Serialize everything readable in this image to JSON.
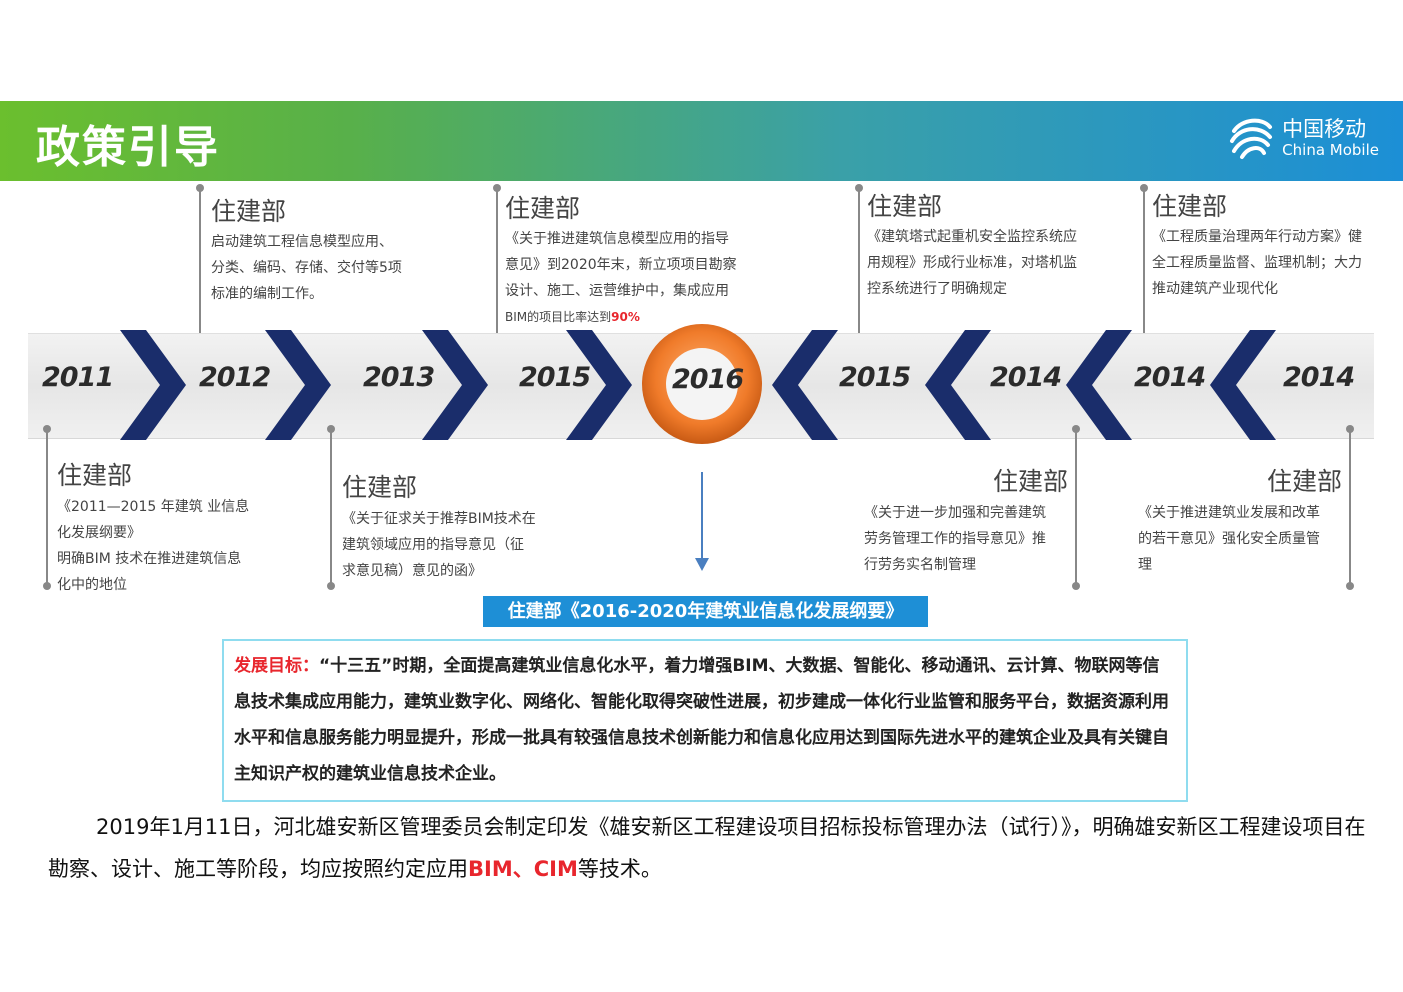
{
  "header": {
    "title": "政策引导",
    "logo_cn": "中国移动",
    "logo_en": "China Mobile"
  },
  "timeline": {
    "years": [
      "2011",
      "2012",
      "2013",
      "2015",
      "2016",
      "2015",
      "2014",
      "2014",
      "2014"
    ]
  },
  "top_items": [
    {
      "dept": "住建部",
      "lines": [
        "启动建筑工程信息模型应用、",
        "分类、编码、存储、交付等5项",
        "标准的编制工作。"
      ]
    },
    {
      "dept": "住建部",
      "lines": [
        "《关于推进建筑信息模型应用的指导",
        "意见》到2020年末，新立项项目勘察",
        "设计、施工、运营维护中，集成应用"
      ],
      "last_prefix": "BIM的项目比率达到",
      "last_highlight": "90%"
    },
    {
      "dept": "住建部",
      "lines": [
        "《建筑塔式起重机安全监控系统应",
        "用规程》形成行业标准，对塔机监",
        "控系统进行了明确规定"
      ]
    },
    {
      "dept": "住建部",
      "lines": [
        "《工程质量治理两年行动方案》健",
        "全工程质量监督、监理机制；大力",
        "推动建筑产业现代化"
      ]
    }
  ],
  "bottom_items": [
    {
      "dept": "住建部",
      "lines": [
        "《2011—2015 年建筑 业信息",
        "化发展纲要》",
        "明确BIM 技术在推进建筑信息",
        "化中的地位"
      ]
    },
    {
      "dept": "住建部",
      "lines": [
        "《关于征求关于推荐BIM技术在",
        "建筑领域应用的指导意见（征",
        "求意见稿）意见的函》"
      ]
    },
    {
      "dept": "住建部",
      "lines": [
        "《关于进一步加强和完善建筑",
        "劳务管理工作的指导意见》推",
        "行劳务实名制管理"
      ]
    },
    {
      "dept": "住建部",
      "lines": [
        "《关于推进建筑业发展和改革",
        "的若干意见》强化安全质量管",
        "理"
      ]
    }
  ],
  "banner": "住建部《2016-2020年建筑业信息化发展纲要》",
  "goal": {
    "label": "发展目标：",
    "text": "“十三五”时期，全面提高建筑业信息化水平，着力增强BIM、大数据、智能化、移动通讯、云计算、物联网等信息技术集成应用能力，建筑业数字化、网络化、智能化取得突破性进展，初步建成一体化行业监管和服务平台，数据资源利用水平和信息服务能力明显提升，形成一批具有较强信息技术创新能力和信息化应用达到国际先进水平的建筑企业及具有关键自主知识产权的建筑业信息技术企业。"
  },
  "paragraph": {
    "text": "2019年1月11日，河北雄安新区管理委员会制定印发《雄安新区工程建设项目招标投标管理办法（试行）》，明确雄安新区工程建设项目在勘察、设计、施工等阶段，均应按照约定应用",
    "highlight": "BIM、CIM",
    "suffix": "等技术。"
  },
  "colors": {
    "accent_red": "#e8262d",
    "chevron_navy": "#1a2d6b",
    "banner_blue": "#1e8fd6",
    "ring_orange": "#f07b2a"
  }
}
